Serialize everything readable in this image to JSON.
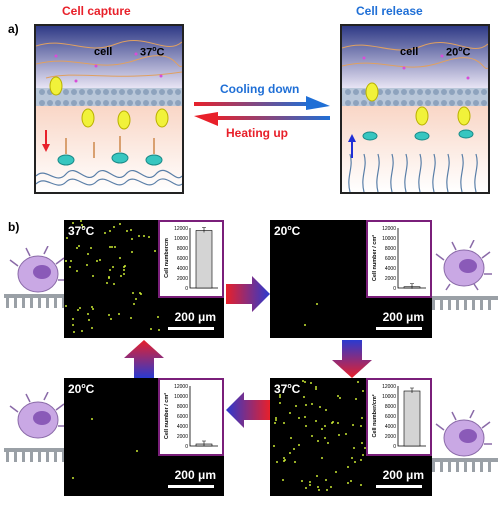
{
  "panel_a": {
    "label": "a)",
    "capture": {
      "title": "Cell capture",
      "cell_text": "cell",
      "temp_prefix": "37",
      "temp_suffix": "C",
      "deg": "o"
    },
    "release": {
      "title": "Cell release",
      "cell_text": "cell",
      "temp_prefix": "20",
      "temp_suffix": "C",
      "deg": "o"
    },
    "cooling_label": "Cooling down",
    "heating_label": "Heating up"
  },
  "panel_b": {
    "label": "b)",
    "scale_label": "200 μm",
    "images": [
      {
        "temp_prefix": "37",
        "temp_suffix": "C",
        "deg": "o",
        "ylabel": "Cell numbercm",
        "bar_value": 11500
      },
      {
        "temp_prefix": "20",
        "temp_suffix": "C",
        "deg": "o",
        "ylabel": "Cell number / cm²",
        "bar_value": 250
      },
      {
        "temp_prefix": "20",
        "temp_suffix": "C",
        "deg": "o",
        "ylabel": "Cell number / cm²",
        "bar_value": 400
      },
      {
        "temp_prefix": "37",
        "temp_suffix": "C",
        "deg": "o",
        "ylabel": "Cell number/cm²",
        "bar_value": 11000
      }
    ],
    "y_ticks": [
      "12000",
      "10000",
      "8000",
      "6000",
      "4000",
      "2000",
      "0"
    ]
  },
  "colors": {
    "red": "#e8202a",
    "blue": "#1f6fd6",
    "frame": "#7a1f7a",
    "dots": "#c8e632"
  }
}
